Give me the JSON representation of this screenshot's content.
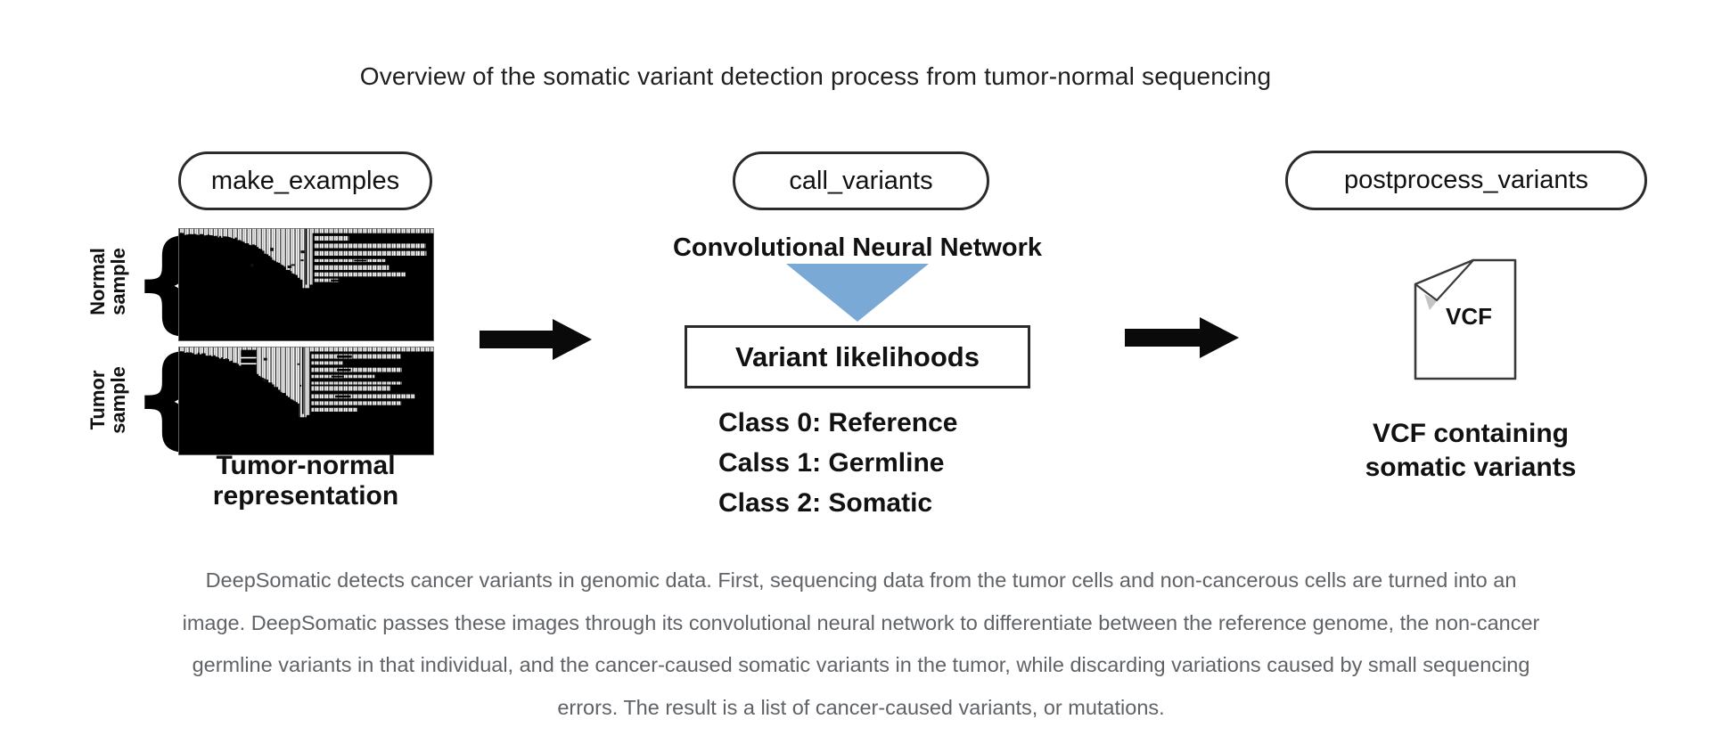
{
  "figure": {
    "title": "Overview of the somatic variant detection process from tumor-normal sequencing",
    "stage_make_examples": {
      "pill": "make_examples",
      "normal_sample_label": "Normal\nsample",
      "tumor_sample_label": "Tumor\nsample",
      "caption": "Tumor-normal\nrepresentation"
    },
    "stage_call_variants": {
      "pill": "call_variants",
      "heading": "Convolutional Neural Network",
      "box_label": "Variant likelihoods",
      "classes": [
        "Class 0: Reference",
        "Calss 1: Germline",
        "Class 2: Somatic"
      ]
    },
    "stage_postprocess_variants": {
      "pill": "postprocess_variants",
      "file_label": "VCF",
      "caption": "VCF containing\nsomatic variants"
    }
  },
  "description_lines": [
    "DeepSomatic detects cancer variants in genomic data. First, sequencing data from the tumor cells and non-cancerous cells are turned into an",
    "image. DeepSomatic passes these images through its convolutional neural network to differentiate between the reference genome, the non-cancer",
    "germline variants in that individual, and the cancer-caused somatic variants in the tumor, while discarding variations caused by small sequencing",
    "errors. The result is a list of cancer-caused variants, or mutations."
  ],
  "colors": {
    "funnel_blue": "#7aa9d6",
    "arrow_black": "#0a0a0a",
    "paragraph_gray": "#5f6368"
  }
}
